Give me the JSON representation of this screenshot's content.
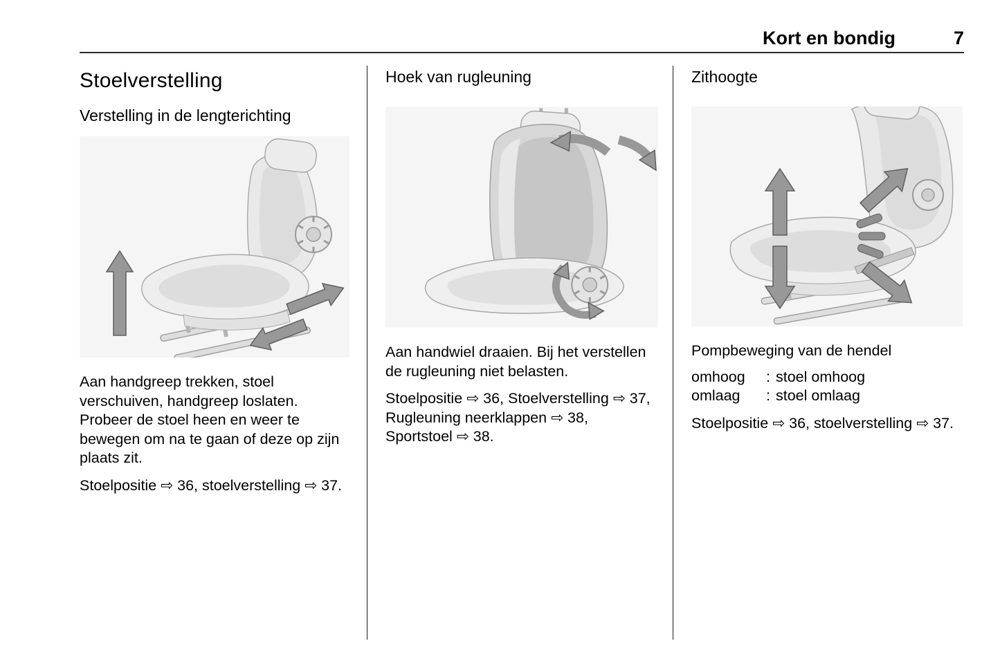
{
  "header": {
    "section_title": "Kort en bondig",
    "page_number": "7"
  },
  "col1": {
    "heading": "Stoelverstelling",
    "subheading": "Verstelling in de lengterichting",
    "illustration_alt": "Seat side view with up arrow on handle and fore-aft slide arrows",
    "para1": "Aan handgreep trekken, stoel verschuiven, handgreep loslaten. Probeer de stoel heen en weer te bewegen om na te gaan of deze op zijn plaats zit.",
    "para2": "Stoelpositie ⇨ 36, stoelverstelling ⇨ 37."
  },
  "col2": {
    "heading": "Hoek van rugleuning",
    "illustration_alt": "Seat with backrest tilt arrows and rotation arrows around handwheel",
    "para1": "Aan handwiel draaien. Bij het verstellen de rugleuning niet belasten.",
    "para2": "Stoelpositie ⇨ 36, Stoelverstelling ⇨ 37, Rugleuning neerklappen ⇨ 38, Sportstoel ⇨ 38."
  },
  "col3": {
    "heading": "Zithoogte",
    "illustration_alt": "Seat with height up and down arrows and pump lever stroke arrows",
    "para1": "Pompbeweging van de hendel",
    "list": [
      {
        "term": "omhoog",
        "colon": ":",
        "desc": "stoel omhoog"
      },
      {
        "term": "omlaag",
        "colon": ":",
        "desc": "stoel omlaag"
      }
    ],
    "para2": "Stoelpositie ⇨ 36, stoelverstelling ⇨ 37."
  }
}
